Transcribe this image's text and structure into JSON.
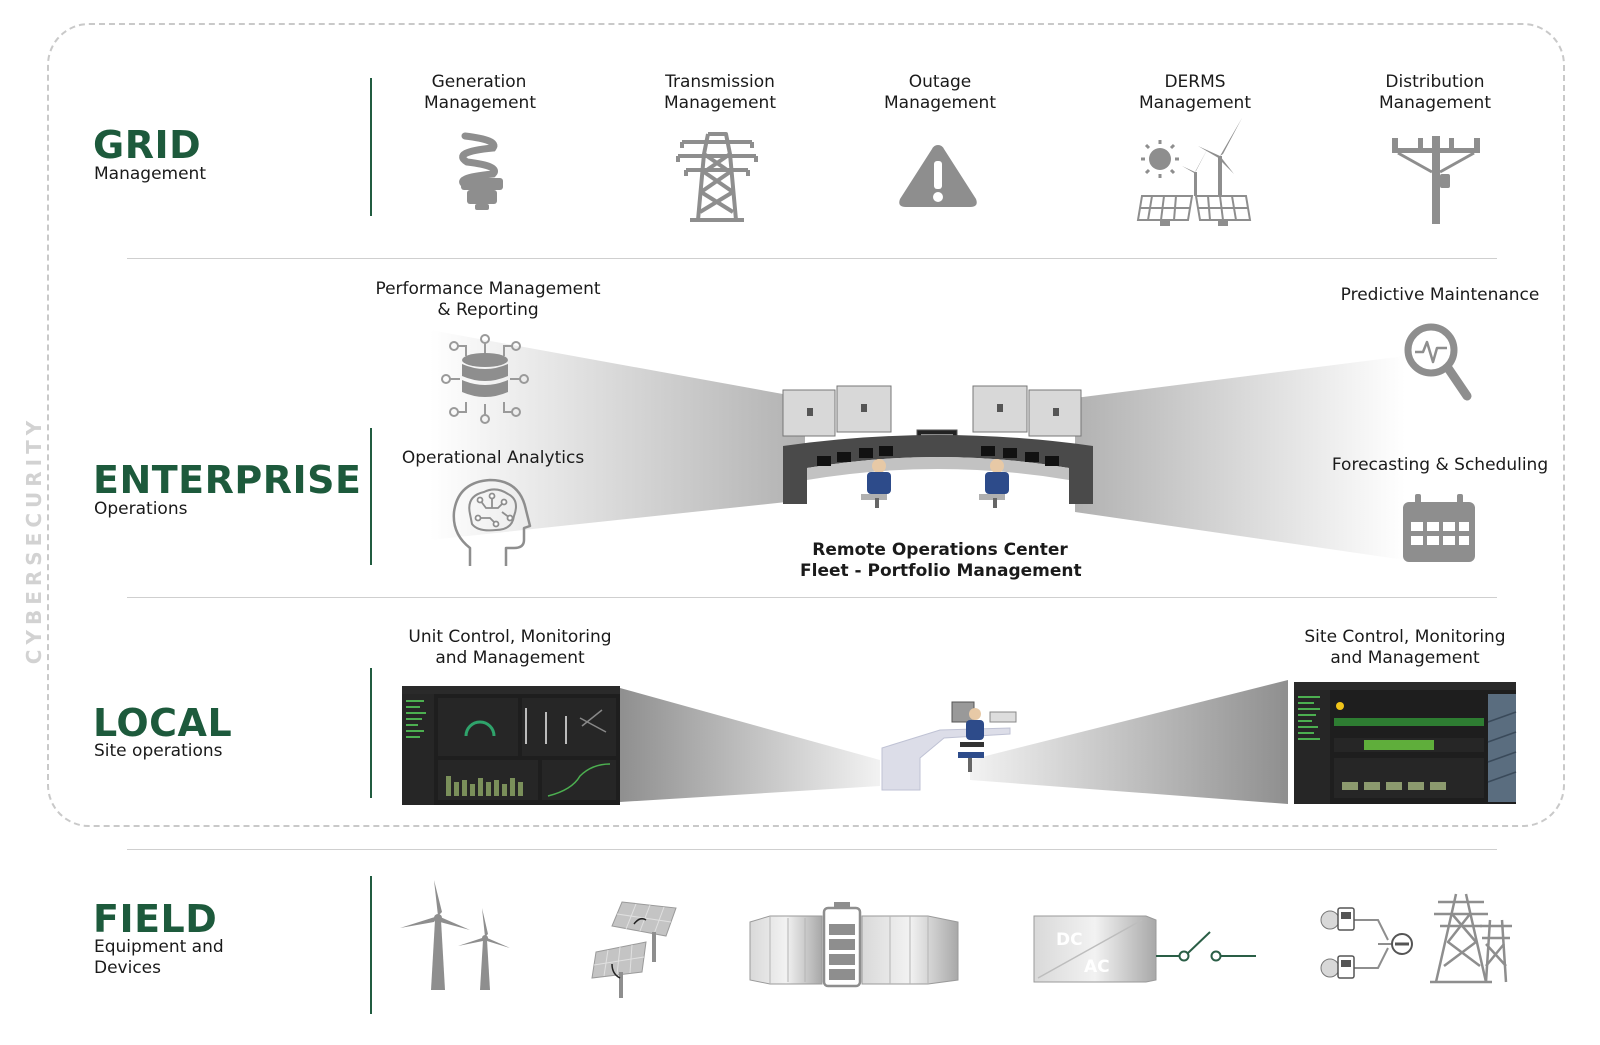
{
  "side_label": "CYBERSECURITY",
  "tiers": {
    "grid": {
      "title": "GRID",
      "subtitle": "Management"
    },
    "enterprise": {
      "title": "ENTERPRISE",
      "subtitle": "Operations"
    },
    "local": {
      "title": "LOCAL",
      "subtitle": "Site operations"
    },
    "field": {
      "title": "FIELD",
      "subtitle_line1": "Equipment and",
      "subtitle_line2": "Devices"
    }
  },
  "grid_items": [
    {
      "line1": "Generation",
      "line2": "Management",
      "icon": "light-bulb-icon"
    },
    {
      "line1": "Transmission",
      "line2": "Management",
      "icon": "transmission-tower-icon"
    },
    {
      "line1": "Outage",
      "line2": "Management",
      "icon": "warning-icon"
    },
    {
      "line1": "DERMS",
      "line2": "Management",
      "icon": "solar-wind-icon"
    },
    {
      "line1": "Distribution",
      "line2": "Management",
      "icon": "utility-pole-icon"
    }
  ],
  "enterprise": {
    "performance": {
      "line1": "Performance  Management",
      "line2": "& Reporting",
      "icon": "database-icon"
    },
    "analytics": {
      "label": "Operational Analytics",
      "icon": "brain-head-icon"
    },
    "predictive": {
      "label": "Predictive Maintenance",
      "icon": "magnifier-icon"
    },
    "forecasting": {
      "label": "Forecasting & Scheduling",
      "icon": "calendar-icon"
    },
    "center": {
      "line1": "Remote Operations Center",
      "line2": "Fleet - Portfolio Management"
    }
  },
  "local": {
    "unit": {
      "line1": "Unit Control, Monitoring",
      "line2": "and Management"
    },
    "site": {
      "line1": "Site Control, Monitoring",
      "line2": "and Management"
    }
  },
  "field": {
    "inverter_dc": "DC",
    "inverter_ac": "AC",
    "icons": [
      "wind-turbine-icon",
      "solar-tracker-icon",
      "battery-storage-icon",
      "inverter-icon",
      "meter-tower-icon"
    ]
  },
  "colors": {
    "brand_green": "#1d5a3c",
    "icon_gray": "#8e8e8e",
    "switch_green": "#2a5e46",
    "dashboard_dark": "#1e1e1e"
  }
}
